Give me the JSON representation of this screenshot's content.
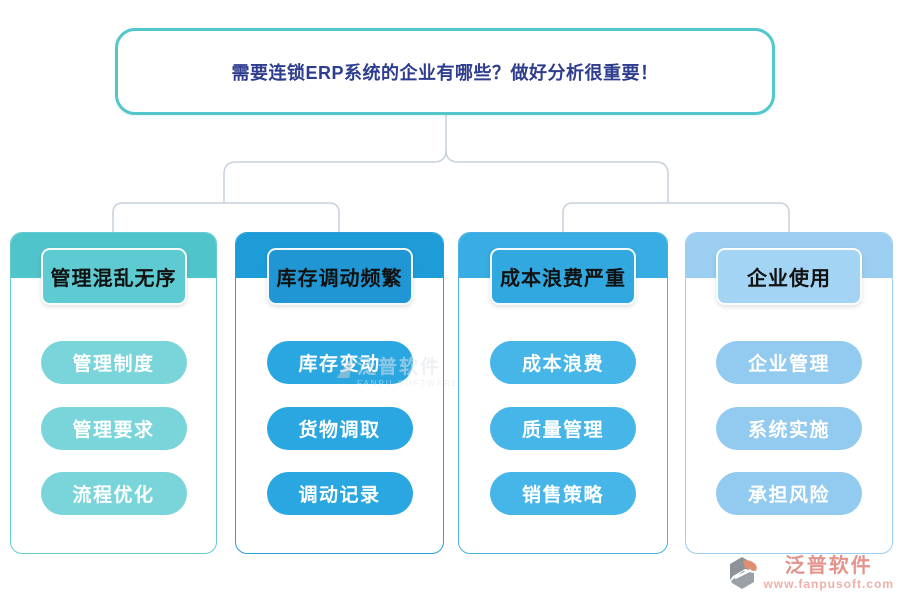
{
  "title": "需要连锁ERP系统的企业有哪些？做好分析很重要！",
  "columns": [
    {
      "header": "管理混乱无序",
      "items": [
        "管理制度",
        "管理要求",
        "流程优化"
      ],
      "colors": {
        "band": "#4FC4CA",
        "header": "#5DCBD1",
        "pill": "#7AD5DA",
        "border": "#63CBD1"
      }
    },
    {
      "header": "库存调动频繁",
      "items": [
        "库存变动",
        "货物调取",
        "调动记录"
      ],
      "colors": {
        "band": "#1E9CD8",
        "header": "#2097D4",
        "pill": "#2AA7E0",
        "border": "#2E9FD9"
      }
    },
    {
      "header": "成本浪费严重",
      "items": [
        "成本浪费",
        "质量管理",
        "销售策略"
      ],
      "colors": {
        "band": "#38ADE3",
        "header": "#31A9E0",
        "pill": "#46B5E8",
        "border": "#48B1E2"
      }
    },
    {
      "header": "企业使用",
      "items": [
        "企业管理",
        "系统实施",
        "承担风险"
      ],
      "colors": {
        "band": "#9BCEF1",
        "header": "#A3D4F3",
        "pill": "#93CAEF",
        "border": "#9CCEF0"
      }
    }
  ],
  "watermark": {
    "text": "泛普软件",
    "subtext": "FANPU SOFTWARE"
  },
  "brand": {
    "name": "泛普软件",
    "url": "www.fanpusoft.com"
  },
  "accent_colors": {
    "title_border": "#53C6CC",
    "title_text": "#2F3D8E",
    "connector": "#C9D1DC",
    "brand_name": "#E4938B",
    "brand_url": "#EFAFA8"
  }
}
